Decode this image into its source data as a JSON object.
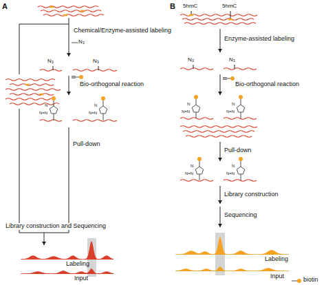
{
  "diagram": {
    "labels": [
      "A",
      "B",
      "Chemical/Enzyme-assisted labeling",
      "N₃",
      "N₃",
      "N₃",
      "Bio-orthogonal reaction",
      "N",
      "N=N",
      "N",
      "N=N",
      "Pull-down",
      "Library construction and Sequencing",
      "Labeling",
      "Input",
      "5hmC",
      "5hmC",
      "Enzyme-assisted labeling",
      "N₃",
      "N₃",
      "Bio-orthogonal reaction",
      "N",
      "N=N",
      "N",
      "N=N",
      "Pull-down",
      "N",
      "N=N",
      "N",
      "N=N",
      "Library construction",
      "Sequencing",
      "Labeling",
      "Input"
    ],
    "legend": [
      {
        "text": "biotin"
      }
    ]
  }
}
